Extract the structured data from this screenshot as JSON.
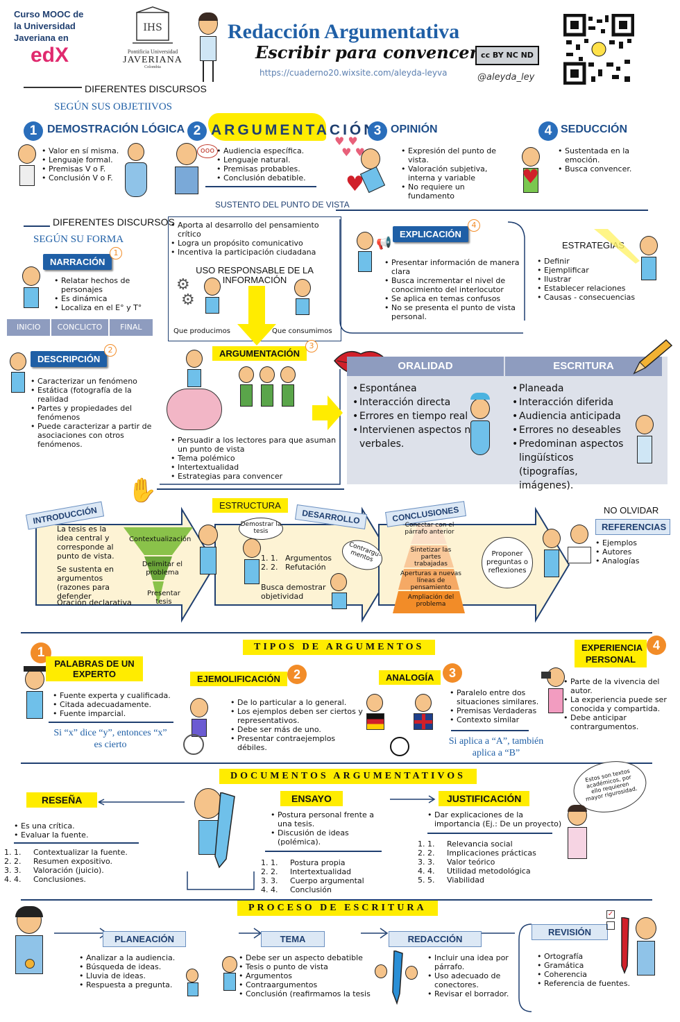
{
  "header": {
    "mooc_text": "Curso MOOC de la Universidad Javeriana en",
    "edx_logo": "edX",
    "university_name": "Pontificia Universidad",
    "university_brand": "JAVERIANA",
    "university_city": "Colombia",
    "title": "Redacción Argumentativa",
    "subtitle": "Escribir para convencer",
    "url": "https://cuaderno20.wixsite.com/aleyda-leyva",
    "cc_label": "cc BY NC ND",
    "handle": "@aleyda_ley"
  },
  "colors": {
    "brand_blue": "#1f5fa6",
    "highlight_yellow": "#ffec00",
    "accent_orange": "#f28c28",
    "panel_gray": "#dde1ea",
    "panel_cream": "#fdf3d4"
  },
  "discursos_objetivos": {
    "title": "DIFERENTES DISCURSOS",
    "subtitle": "SEGÚN SUS OBJETIIVOS",
    "items": [
      {
        "num": "1",
        "title": "DEMOSTRACIÓN LÓGICA",
        "points": [
          "Valor en sí misma.",
          "Lenguaje formal.",
          "Premisas V o F.",
          "Conclusión V o F."
        ]
      },
      {
        "num": "2",
        "title": "ARGUMENTACIÓN",
        "points": [
          "Audiencia específica.",
          "Lenguaje natural.",
          "Premisas probables.",
          "Conclusión debatible."
        ]
      },
      {
        "num": "3",
        "title": "OPINIÓN",
        "points": [
          "Expresión del punto de vista.",
          "Valoración subjetiva, interna y variable",
          "No requiere un fundamento"
        ]
      },
      {
        "num": "4",
        "title": "SEDUCCIÓN",
        "points": [
          "Sustentada en la emoción.",
          "Busca convencer."
        ]
      }
    ],
    "speech_bubble": "ooo"
  },
  "sustento": {
    "title": "SUSTENTO DEL PUNTO DE VISTA",
    "points": [
      "Aporta al desarrollo del pensamiento crítico",
      "Logra un propósito comunicativo",
      "Incentiva la participación ciudadana"
    ],
    "uso_title": "USO RESPONSABLE DE LA INFORMACIÓN",
    "producimos": "Que producimos",
    "consumimos": "Que consumimos"
  },
  "discursos_forma": {
    "title": "DIFERENTES DISCURSOS",
    "subtitle": "SEGÚN SU FORMA",
    "narracion": {
      "label": "NARRACIÓN",
      "num": "1",
      "points": [
        "Relatar hechos de personajes",
        "Es dinámica",
        "Localiza en el E° y T°"
      ],
      "phases": [
        "INICIO",
        "CONCLICTO",
        "FINAL"
      ]
    },
    "descripcion": {
      "label": "DESCRIPCIÓN",
      "num": "2",
      "points": [
        "Caracterizar un fenómeno",
        "Estática (fotografía de la realidad",
        "Partes y propiedades del fenómenos",
        "Puede caracterizar a partir de asociaciones con otros fenómenos."
      ]
    },
    "argumentacion": {
      "label": "ARGUMENTACIÓN",
      "num": "3",
      "points": [
        "Persuadir a los lectores para que asuman un punto de vista",
        "Tema polémico",
        "Intertextualidad",
        "Estrategias para convencer"
      ]
    },
    "explicacion": {
      "label": "EXPLICACIÓN",
      "num": "4",
      "points": [
        "Presentar información de manera clara",
        "Busca incrementar el nivel de conocimiento del interlocutor",
        "Se aplica en temas confusos",
        "No se presenta el punto de vista personal."
      ],
      "estrategias_title": "ESTRATEGIAS",
      "estrategias": [
        "Definir",
        "Ejemplificar",
        "Ilustrar",
        "Establecer relaciones",
        "Causas - consecuencias"
      ]
    }
  },
  "oralidad": {
    "title": "ORALIDAD",
    "points": [
      "Espontánea",
      "Interacción directa",
      "Errores en tiempo real",
      "Intervienen aspectos no verbales."
    ]
  },
  "escritura": {
    "title": "ESCRITURA",
    "points": [
      "Planeada",
      "Interacción diferida",
      "Audiencia anticipada",
      "Errores no deseables",
      "Predominan aspectos lingüísticos (tipografías, imágenes)."
    ]
  },
  "estructura": {
    "title": "ESTRUCTURA",
    "introduccion": {
      "label": "INTRODUCCIÓN",
      "text1": "La tesis es la idea central y corresponde al punto de vista.",
      "text2": "Se sustenta en argumentos (razones para defender",
      "text3": "Oración declarativa",
      "pyramid": [
        "Contextualización",
        "Delimitar el problema",
        "Presentar tesis"
      ]
    },
    "desarrollo": {
      "label": "DESARROLLO",
      "bubble1": "Demostrar la tesis",
      "bubble2": "Contrargu-mentos",
      "list": [
        "Argumentos",
        "Refutación"
      ],
      "note": "Busca demostrar objetividad"
    },
    "conclusiones": {
      "label": "CONCLUSIONES",
      "pyramid": [
        "Conectar con el párrafo anterior",
        "Sintetizar las partes trabajadas",
        "Aperturas a nuevas líneas de pensamiento",
        "Ampliación del problema"
      ],
      "bubble": "Proponer preguntas o reflexiones"
    },
    "no_olvidar": "NO OLVIDAR",
    "referencias": {
      "label": "REFERENCIAS",
      "points": [
        "Ejemplos",
        "Autores",
        "Analogías"
      ]
    }
  },
  "tipos": {
    "title": "TIPOS DE ARGUMENTOS",
    "items": [
      {
        "num": "1",
        "label": "PALABRAS DE UN EXPERTO",
        "points": [
          "Fuente experta y cualificada.",
          "Citada adecuadamente.",
          "Fuente imparcial."
        ],
        "quote": "Si “x” dice “y”, entonces “x” es cierto"
      },
      {
        "num": "2",
        "label": "EJEMOLIFICACIÓN",
        "points": [
          "De lo particular a lo general.",
          "Los ejemplos deben ser ciertos y representativos.",
          "Debe ser más de uno.",
          "Presentar contraejemplos débiles."
        ]
      },
      {
        "num": "3",
        "label": "ANALOGÍA",
        "points": [
          "Paralelo entre dos situaciones similares.",
          "Premisas Verdaderas",
          "Contexto similar"
        ],
        "quote": "Si aplica a “A”, también aplica a “B”"
      },
      {
        "num": "4",
        "label": "EXPERIENCIA PERSONAL",
        "points": [
          "Parte de la vivencia del autor.",
          "La experiencia puede ser conocida y compartida.",
          "Debe anticipar contrargumentos."
        ]
      }
    ]
  },
  "documentos": {
    "title": "DOCUMENTOS ARGUMENTATIVOS",
    "resena": {
      "label": "RESEÑA",
      "points": [
        "Es una crítica.",
        "Evaluar la fuente."
      ],
      "steps": [
        "Contextualizar la fuente.",
        "Resumen expositivo.",
        "Valoración (juicio).",
        "Conclusiones."
      ]
    },
    "ensayo": {
      "label": "ENSAYO",
      "points": [
        "Postura personal frente a una tesis.",
        "Discusión de ideas (polémica)."
      ],
      "steps": [
        "Postura propia",
        "Intertextualidad",
        "Cuerpo argumental",
        "Conclusión"
      ]
    },
    "justificacion": {
      "label": "JUSTIFICACIÓN",
      "points": [
        "Dar explicaciones de la importancia (Ej.: De un proyecto)"
      ],
      "steps": [
        "Relevancia social",
        "Implicaciones prácticas",
        "Valor teórico",
        "Utilidad metodológica",
        "Viabilidad"
      ]
    },
    "bubble": "Estos son textos académicos, por ello requieren mayor rigurosidad."
  },
  "proceso": {
    "title": "PROCESO DE ESCRITURA",
    "steps": [
      {
        "label": "PLANEACIÓN",
        "points": [
          "Analizar a la audiencia.",
          "Búsqueda de ideas.",
          "Lluvia de ideas.",
          "Respuesta a pregunta."
        ]
      },
      {
        "label": "TEMA",
        "points": [
          "Debe ser un aspecto debatible",
          "Tesis o punto de vista",
          "Argumentos",
          "Contraargumentos",
          "Conclusión (reafirmamos la tesis"
        ]
      },
      {
        "label": "REDACCIÓN",
        "points": [
          "Incluir una idea por párrafo.",
          "Uso adecuado de conectores.",
          "Revisar el borrador."
        ]
      },
      {
        "label": "REVISIÓN",
        "points": [
          "Ortografía",
          "Gramática",
          "Coherencia",
          "Referencia de fuentes."
        ]
      }
    ]
  }
}
